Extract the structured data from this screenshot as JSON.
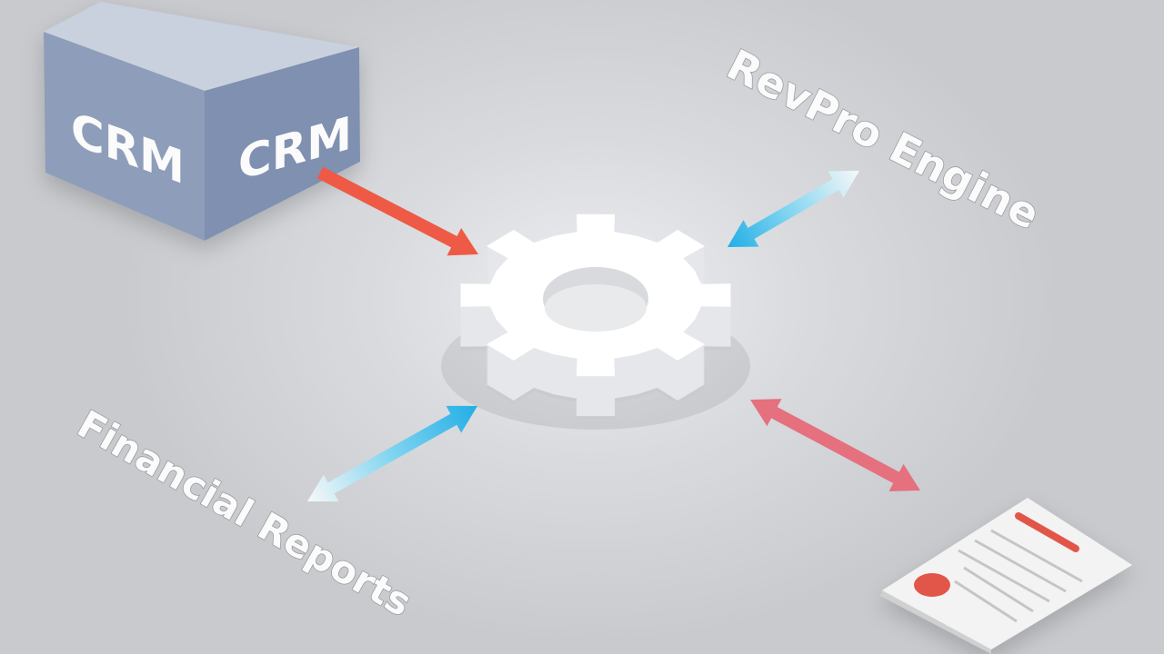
{
  "crm_box": {
    "left_label": "CRM",
    "right_label": "CRM"
  },
  "labels": {
    "revpro": "RevPro Engine",
    "financial": "Financial Reports"
  },
  "colors": {
    "red_arrow": "#ee5a45",
    "blue_arrow": "#2bb3e6",
    "pink_arrow": "#e5707e",
    "box": "#8e9db8",
    "gear": "#ffffff"
  },
  "icons": [
    "database-box-icon",
    "gear-icon",
    "document-icon"
  ]
}
